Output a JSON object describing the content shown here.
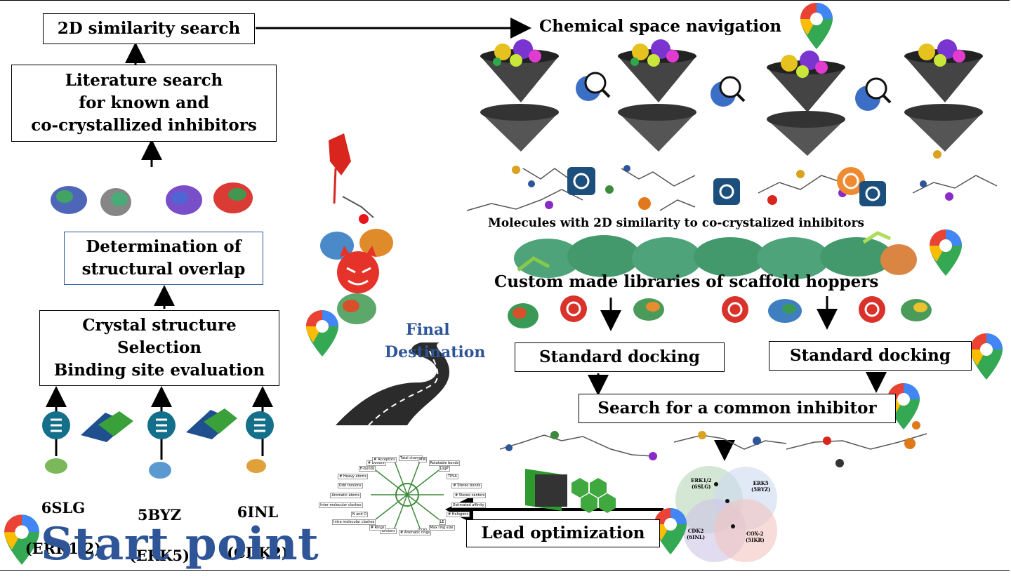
{
  "boxes": {
    "similarity": "2D similarity search",
    "literature": "Literature search\nfor known and\nco-crystallized inhibitors",
    "overlap": "Determination of\nstructural overlap",
    "crystal": "Crystal structure\nSelection\nBinding site evaluation",
    "docking_left": "Standard   docking",
    "docking_right": "Standard   docking",
    "common": "Search for a common inhibitor",
    "lead": "Lead  optimization"
  },
  "labels": {
    "chemical_space": "Chemical space navigation",
    "molecules": "Molecules with  2D similarity  to co-crystalized  inhibitors",
    "custom": "Custom made libraries of scaffold hoppers",
    "final_line1": "Final",
    "final_line2": "Destination",
    "start": "Start point"
  },
  "targets": [
    {
      "code": "6SLG",
      "name": "(ERK1/2)"
    },
    {
      "code": "5BYZ",
      "name": "(ERK5)"
    },
    {
      "code": "6INL",
      "name": "(CDK2)"
    }
  ],
  "venn": {
    "erk12": "ERK1/2\n(6SLG)",
    "erk5": "ERK5\n(5BYZ)",
    "cdk2": "CDK2\n(6INL)",
    "cox2": "COX-2\n(5IKR)"
  },
  "radar_labels": [
    "Total charge",
    "MW",
    "Rotatable bonds",
    "LogP",
    "TPSA",
    "# Stereo bonds",
    "# Stereo centers",
    "Estimated affinity",
    "# Halogens",
    "LE",
    "Max ring size",
    "LLE",
    "# Aromatic rings",
    "Torsions",
    "# Rings",
    "Intra molecular clashes",
    "N and O",
    "Inter molecular clashes",
    "Aromatic atoms",
    "Odd torsions",
    "# Heavy atoms",
    "H-bonds",
    "# Donors",
    "# Acceptors"
  ],
  "colors": {
    "accent_blue": "#2e5597",
    "pin_red": "#ea4335",
    "pin_yellow": "#fbbc04",
    "pin_green": "#34a853",
    "pin_blue": "#4285f4"
  }
}
